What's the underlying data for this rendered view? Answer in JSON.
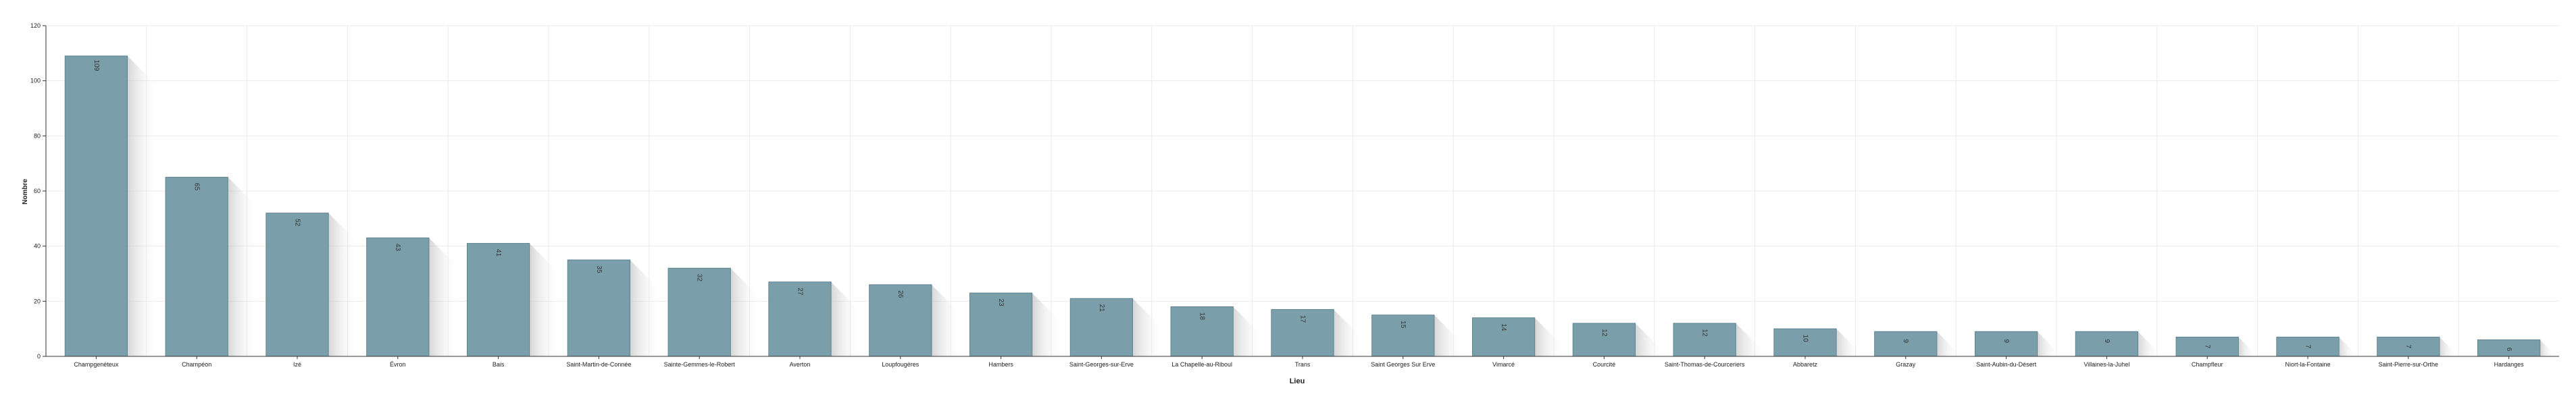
{
  "chart_data": {
    "type": "bar",
    "xlabel": "Lieu",
    "ylabel": "Nombre",
    "ylim": [
      0,
      120
    ],
    "yticks": [
      0,
      20,
      40,
      60,
      80,
      100,
      120
    ],
    "grid": true,
    "categories": [
      "Champgenéteux",
      "Champéon",
      "Izé",
      "Évron",
      "Bais",
      "Saint-Martin-de-Connée",
      "Sainte-Gemmes-le-Robert",
      "Averton",
      "Loupfougères",
      "Hambers",
      "Saint-Georges-sur-Erve",
      "La Chapelle-au-Riboul",
      "Trans",
      "Saint Georges Sur Erve",
      "Vimarcé",
      "Courcité",
      "Saint-Thomas-de-Courceriers",
      "Abbaretz",
      "Grazay",
      "Saint-Aubin-du-Désert",
      "Villaines-la-Juhel",
      "Champfleur",
      "Niort-la-Fontaine",
      "Saint-Pierre-sur-Orthe",
      "Hardanges"
    ],
    "values": [
      109,
      65,
      52,
      43,
      41,
      35,
      32,
      27,
      26,
      23,
      21,
      18,
      17,
      15,
      14,
      12,
      12,
      10,
      9,
      9,
      9,
      7,
      7,
      7,
      6
    ],
    "colors": {
      "bar": "#7b9faa",
      "bar_stroke": "#5d8390",
      "shadow": "#c8c8c8",
      "grid": "#ebebeb",
      "axis": "#333333"
    }
  }
}
